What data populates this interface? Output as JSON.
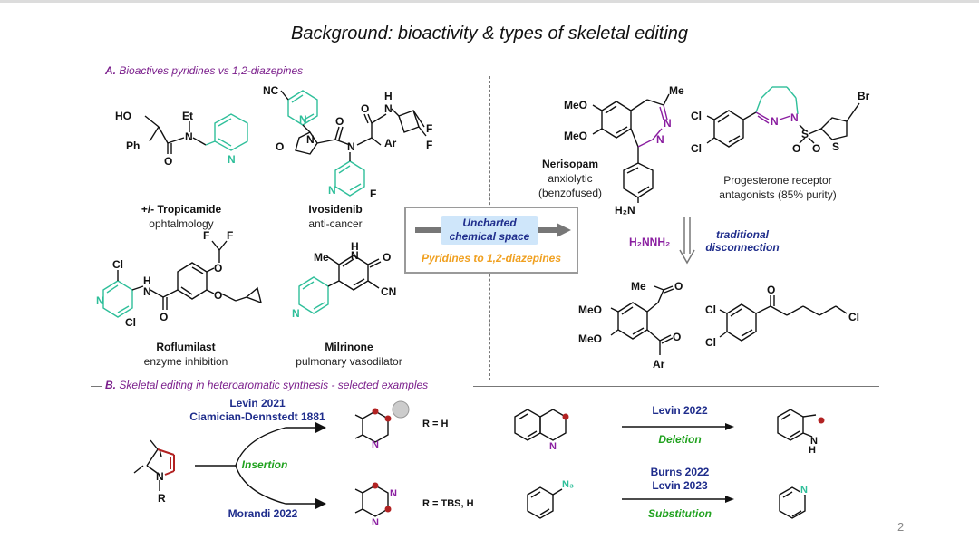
{
  "title": "Background: bioactivity & types of skeletal editing",
  "section_a": {
    "letter": "A.",
    "text": "Bioactives pyridines vs 1,2-diazepines"
  },
  "section_b": {
    "letter": "B.",
    "text": "Skeletal editing in heteroaromatic synthesis - selected examples"
  },
  "compounds": {
    "tropicamide": {
      "name": "+/- Tropicamide",
      "use": "ophtalmology"
    },
    "ivosidenib": {
      "name": "Ivosidenib",
      "use": "anti-cancer"
    },
    "roflumilast": {
      "name": "Roflumilast",
      "use": "enzyme inhibition"
    },
    "milrinone": {
      "name": "Milrinone",
      "use": "pulmonary vasodilator"
    },
    "nerisopam": {
      "name": "Nerisopam",
      "use1": "anxiolytic",
      "use2": "(benzofused)"
    },
    "progesterone": {
      "line1": "Progesterone receptor",
      "line2": "antagonists (85% purity)"
    }
  },
  "uncharted": {
    "line1": "Uncharted",
    "line2": "chemical space",
    "subtitle": "Pyridines to 1,2-diazepines"
  },
  "disconnection": {
    "reagent": "H₂NNH₂",
    "line1": "traditional",
    "line2": "disconnection"
  },
  "atoms": {
    "HO": "HO",
    "Et": "Et",
    "N": "N",
    "Ph": "Ph",
    "O": "O",
    "NC": "NC",
    "H": "H",
    "F": "F",
    "Ar": "Ar",
    "FF": "F",
    "Cl": "Cl",
    "Me": "Me",
    "CN": "CN",
    "MeO": "MeO",
    "Br": "Br",
    "S": "S",
    "H2N": "H₂N",
    "N3": "N₃",
    "NH": "N"
  },
  "editing": {
    "insertion_refs1": "Levin 2021",
    "insertion_refs2": "Ciamician-Dennstedt 1881",
    "insertion_refs3": "Morandi 2022",
    "insertion_label": "Insertion",
    "r_h": "R = H",
    "r_tbs": "R = TBS, H",
    "deletion_ref": "Levin 2022",
    "deletion_label": "Deletion",
    "substitution_ref1": "Burns 2022",
    "substitution_ref2": "Levin 2023",
    "substitution_label": "Substitution",
    "pyrrole_r": "R"
  },
  "page_number": "2",
  "colors": {
    "teal": "#2fbf9a",
    "purple": "#7b1f8c",
    "navy": "#1f2d8c",
    "green": "#21a21f",
    "orange": "#f0a020",
    "red": "#b22222",
    "pale_blue": "#cfe6fa"
  }
}
